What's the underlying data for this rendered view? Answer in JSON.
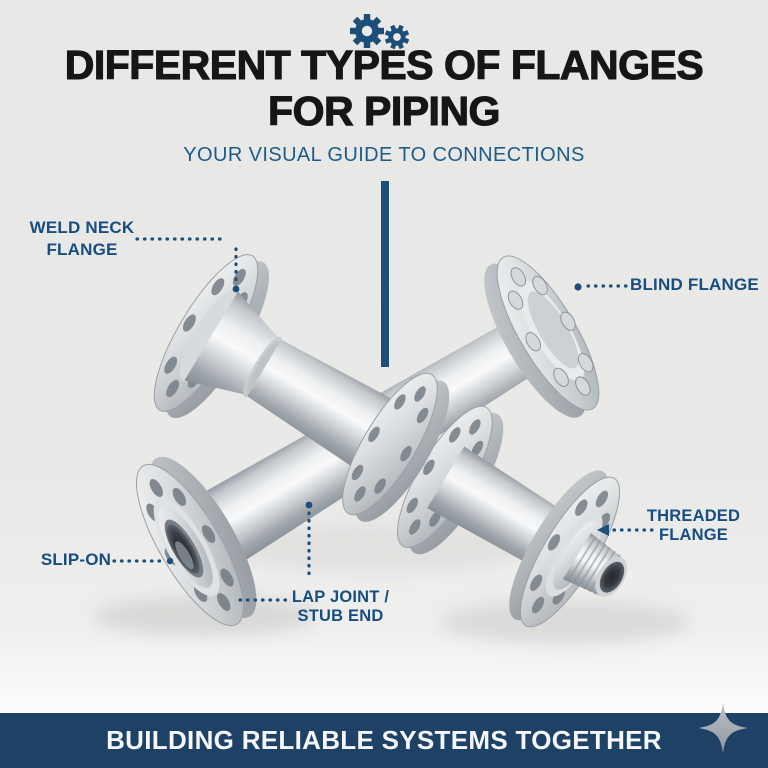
{
  "header": {
    "title_line1": "DIFFERENT TYPES OF FLANGES",
    "title_line2": "FOR PIPING",
    "subtitle": "YOUR VISUAL GUIDE TO CONNECTIONS"
  },
  "labels": {
    "weld_neck": {
      "line1": "WELD NECK",
      "line2": "FLANGE"
    },
    "blind": {
      "text": "BLIND FLANGE"
    },
    "slip_on": {
      "text": "SLIP-ON"
    },
    "lap_joint": {
      "line1": "LAP JOINT /",
      "line2": "STUB END"
    },
    "threaded": {
      "line1": "THREADED",
      "line2": "FLANGE"
    }
  },
  "footer": {
    "text": "BUILDING RELIABLE SYSTEMS TOGETHER"
  },
  "icons": {
    "gears": "gears-icon",
    "sparkle": "sparkle-icon"
  },
  "colors": {
    "accent_blue": "#1d4e79",
    "label_blue": "#184d80",
    "subtitle_blue": "#1e5c88",
    "title_black": "#161616",
    "footer_navy": "#1e4166",
    "background_gray": "#e9e9e7",
    "metal_light": "#f5f6f7",
    "metal_dark": "#8f969c",
    "sparkle_gray": "#a3abb2"
  }
}
